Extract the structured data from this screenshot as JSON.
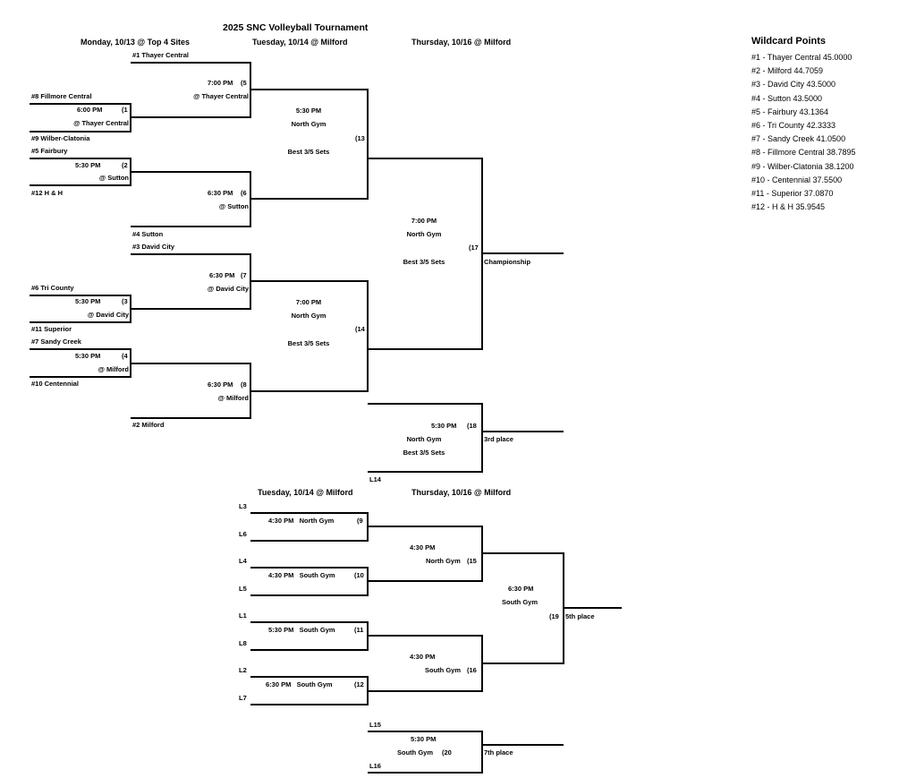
{
  "title": "2025 SNC Volleyball Tournament",
  "headers": {
    "monday": "Monday, 10/13 @ Top 4 Sites",
    "tuesday": "Tuesday, 10/14 @ Milford",
    "thursday": "Thursday, 10/16 @ Milford",
    "tuesday_consolation": "Tuesday, 10/14 @ Milford",
    "thursday_consolation": "Thursday, 10/16 @ Milford"
  },
  "teams": {
    "s1": "#1 Thayer Central",
    "s8": "#8 Fillmore Central",
    "s9": "#9 Wilber-Clatonia",
    "s5": "#5 Fairbury",
    "s12": "#12 H & H",
    "s4": "#4 Sutton",
    "s3": "#3 David City",
    "s6": "#6 Tri County",
    "s11": "#11 Superior",
    "s7": "#7 Sandy Creek",
    "s10": "#10 Centennial",
    "s2": "#2 Milford"
  },
  "games": {
    "g1": {
      "time": "6:00 PM",
      "num": "(1",
      "site": "@ Thayer Central"
    },
    "g2": {
      "time": "5:30 PM",
      "num": "(2",
      "site": "@ Sutton"
    },
    "g3": {
      "time": "5:30 PM",
      "num": "(3",
      "site": "@ David City"
    },
    "g4": {
      "time": "5:30 PM",
      "num": "(4",
      "site": "@ Milford"
    },
    "g5": {
      "time": "7:00 PM",
      "num": "(5",
      "site": "@ Thayer Central"
    },
    "g6": {
      "time": "6:30 PM",
      "num": "(6",
      "site": "@ Sutton"
    },
    "g7": {
      "time": "6:30 PM",
      "num": "(7",
      "site": "@ David City"
    },
    "g8": {
      "time": "6:30 PM",
      "num": "(8",
      "site": "@ Milford"
    },
    "g13": {
      "time": "5:30 PM",
      "gym": "North Gym",
      "sets": "Best 3/5 Sets",
      "num": "(13"
    },
    "g14": {
      "time": "7:00 PM",
      "gym": "North Gym",
      "sets": "Best 3/5 Sets",
      "num": "(14"
    },
    "g17": {
      "time": "7:00 PM",
      "gym": "North Gym",
      "sets": "Best 3/5 Sets",
      "num": "(17",
      "result": "Championship"
    },
    "g18": {
      "time": "5:30 PM",
      "num": "(18",
      "gym": "North Gym",
      "sets": "Best 3/5 Sets",
      "result": "3rd place",
      "loser_top": "L14"
    },
    "g9": {
      "text": "4:30 PM   North Gym",
      "num": "(9",
      "top": "L3",
      "bottom": "L6"
    },
    "g10": {
      "text": "4:30 PM   South Gym",
      "num": "(10",
      "top": "L4",
      "bottom": "L5"
    },
    "g11": {
      "text": "5:30 PM   South Gym",
      "num": "(11",
      "top": "L1",
      "bottom": "L8"
    },
    "g12": {
      "text": "6:30 PM   South Gym",
      "num": "(12",
      "top": "L2",
      "bottom": "L7"
    },
    "g15": {
      "time": "4:30 PM",
      "gym": "North Gym",
      "num": "(15"
    },
    "g16": {
      "time": "4:30 PM",
      "gym": "South Gym",
      "num": "(16"
    },
    "g19": {
      "time": "6:30 PM",
      "gym": "South Gym",
      "num": "(19",
      "result": "5th place"
    },
    "g20": {
      "time": "5:30 PM",
      "gym": "South Gym",
      "num": "(20",
      "top": "L15",
      "bottom": "L16",
      "result": "7th place"
    }
  },
  "wildcard": {
    "title": "Wildcard Points",
    "items": [
      "#1 - Thayer Central 45.0000",
      "#2 - Milford 44.7059",
      "#3 - David City 43.5000",
      "#4 - Sutton 43.5000",
      "#5 - Fairbury 43.1364",
      "#6 - Tri County 42.3333",
      "#7 - Sandy Creek 41.0500",
      "#8 - Fillmore Central 38.7895",
      "#9 - Wilber-Clatonia 38.1200",
      "#10 - Centennial 37.5500",
      "#11 - Superior 37.0870",
      "#12 - H & H 35.9545"
    ]
  }
}
